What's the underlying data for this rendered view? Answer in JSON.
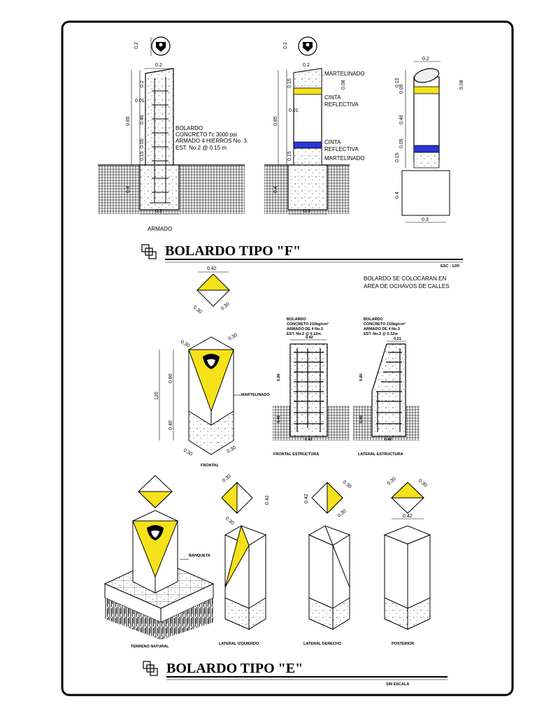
{
  "colors": {
    "yellow": "#f5e21b",
    "blue": "#2a36d4",
    "frame": "#000000",
    "fill_gray": "#eeeeee"
  },
  "section_f": {
    "title": "BOLARDO TIPO \"F\"",
    "scale": "ESC : 1/20",
    "armado": {
      "caption": "ARMADO",
      "note": [
        "BOLARDO",
        "CONCRETO f'c 3000 psi",
        "ARMADO 4 HIERROS No. 3.",
        "EST. No.2 @ 0.15 m"
      ],
      "dims": {
        "top": "0.2",
        "cap": "0.2",
        "h1": "0.01",
        "body": "0.85",
        "mid": "0.46",
        "d005": "0.05",
        "d015": "0.15",
        "foot": "0.4",
        "base": "0.3"
      }
    },
    "side": {
      "labels": {
        "martelinado_top": "MARTELINADO",
        "cinta1": "CINTA",
        "reflectiva1": "REFLECTIVA",
        "cinta2": "CINTA",
        "reflectiva2": "REFLECTIVA",
        "martelinado_bot": "MARTELINADO"
      },
      "dims": {
        "top": "0.2",
        "d015": "0.15",
        "d008": "0.08",
        "d001": "0.01",
        "body": "0.85",
        "d015b": "0.15",
        "foot": "0.4",
        "base": "0.3"
      }
    },
    "iso": {
      "dims": {
        "top": "0.2",
        "d005": "0.05",
        "d015": "0.15",
        "d008": "0.08",
        "d046": "0.46",
        "d005b": "0.05",
        "d015b": "0.15",
        "foot": "0.4",
        "base": "0.3"
      }
    }
  },
  "section_e": {
    "title": "BOLARDO TIPO \"E\"",
    "scale": "SIN ESCALA",
    "note": [
      "BOLARDO SE COLOCARAN EN",
      "AREA DE OCHAVOS DE CALLES"
    ],
    "plan_dims": {
      "w": "0.42",
      "a": "0.30",
      "b": "0.30"
    },
    "frontal": {
      "caption": "FRONTAL",
      "martelinado": "MARTELINADO",
      "dims": {
        "a": "0.30",
        "b": "0.30",
        "total": "120",
        "upper": "0.80",
        "lower": "0.40",
        "c": "0.30",
        "d": "0.30"
      }
    },
    "frontal_estructura": {
      "caption": "FRONTAL ESTRUCTURA",
      "note": [
        "BOLARDO",
        "CONCRETO 210kg/cm²",
        "ARMADO DE 4 No.3",
        "EST. No.2 @ 0.12m"
      ],
      "dims": {
        "top": "0.42",
        "upper": "0.80",
        "lower": "0.40",
        "bottom": "0.42"
      }
    },
    "lateral_estructura": {
      "caption": "LATERAL ESTRUCTURA",
      "note": [
        "BOLARDO",
        "CONCRETO 210kg/cm²",
        "ARMADO DE 4 No.3",
        "EST. No.2 @ 0.12m"
      ],
      "dims": {
        "top": "0.21",
        "upper": "0.80",
        "lower": "0.40",
        "bottom": "0.42"
      }
    },
    "views": {
      "terreno": "TERRENO NATURAL",
      "banqueta": "BANQUETA",
      "lat_izq": "LATERAL IZQUIERDO",
      "lat_der": "LATERAL DERECHO",
      "posterior": "POSTERIOR",
      "dims": {
        "a": "0.30",
        "b": "0.42",
        "c": "0.30",
        "d": "0.42",
        "e": "0.30",
        "f": "0.30",
        "g": "0.30",
        "h": "0.30",
        "i": "0.42"
      }
    }
  }
}
